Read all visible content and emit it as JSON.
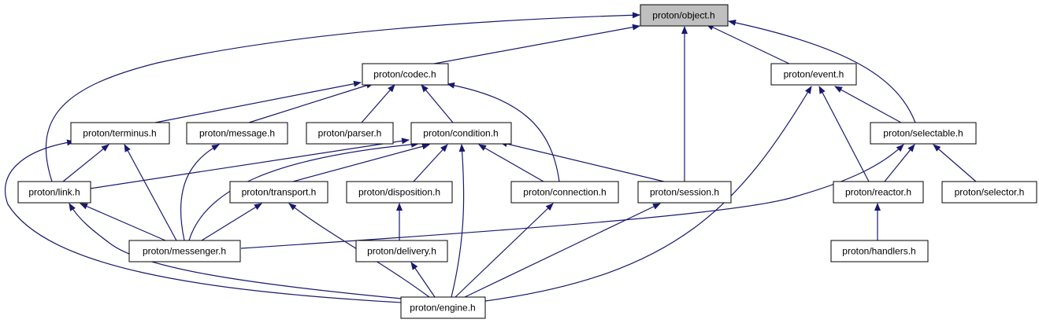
{
  "colors": {
    "edge": "#191970",
    "node_fill": "#ffffff",
    "root_fill": "#bfbfbf",
    "border": "#000000"
  },
  "nodes": [
    {
      "id": "object",
      "label": "proton/object.h"
    },
    {
      "id": "codec",
      "label": "proton/codec.h"
    },
    {
      "id": "event",
      "label": "proton/event.h"
    },
    {
      "id": "terminus",
      "label": "proton/terminus.h"
    },
    {
      "id": "message",
      "label": "proton/message.h"
    },
    {
      "id": "parser",
      "label": "proton/parser.h"
    },
    {
      "id": "condition",
      "label": "proton/condition.h"
    },
    {
      "id": "selectable",
      "label": "proton/selectable.h"
    },
    {
      "id": "link",
      "label": "proton/link.h"
    },
    {
      "id": "transport",
      "label": "proton/transport.h"
    },
    {
      "id": "disposition",
      "label": "proton/disposition.h"
    },
    {
      "id": "connection",
      "label": "proton/connection.h"
    },
    {
      "id": "session",
      "label": "proton/session.h"
    },
    {
      "id": "reactor",
      "label": "proton/reactor.h"
    },
    {
      "id": "selector",
      "label": "proton/selector.h"
    },
    {
      "id": "messenger",
      "label": "proton/messenger.h"
    },
    {
      "id": "delivery",
      "label": "proton/delivery.h"
    },
    {
      "id": "handlers",
      "label": "proton/handlers.h"
    },
    {
      "id": "engine",
      "label": "proton/engine.h"
    }
  ]
}
